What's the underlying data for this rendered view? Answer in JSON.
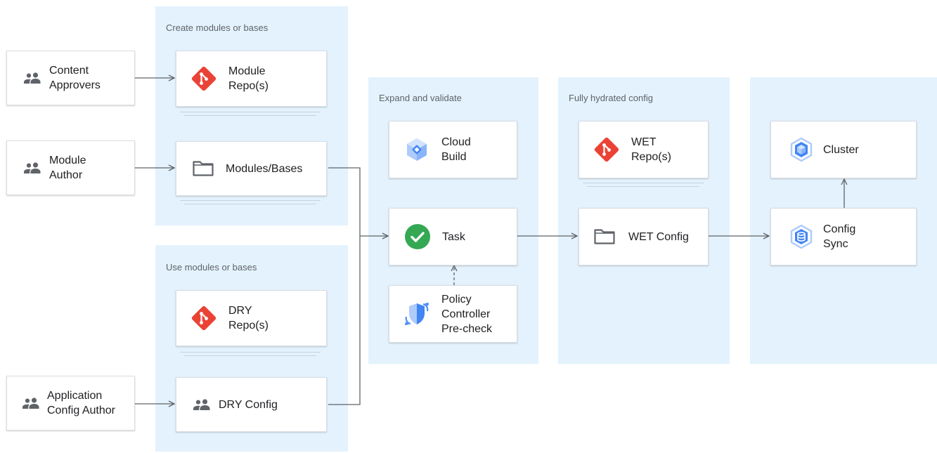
{
  "zones": {
    "create": "Create modules or bases",
    "use": "Use modules or bases",
    "expand": "Expand and validate",
    "hydrated": "Fully hydrated config",
    "cluster": ""
  },
  "actors": {
    "content_approvers": [
      "Content",
      "Approvers"
    ],
    "module_author": [
      "Module",
      "Author"
    ],
    "app_config_author": [
      "Application",
      "Config Author"
    ]
  },
  "nodes": {
    "module_repo": [
      "Module",
      "Repo(s)"
    ],
    "modules_bases": "Modules/Bases",
    "dry_repo": [
      "DRY",
      "Repo(s)"
    ],
    "dry_config": "DRY Config",
    "cloud_build": [
      "Cloud",
      "Build"
    ],
    "task": "Task",
    "policy_controller": [
      "Policy",
      "Controller",
      "Pre-check"
    ],
    "wet_repo": [
      "WET",
      "Repo(s)"
    ],
    "wet_config": "WET Config",
    "cluster": "Cluster",
    "config_sync": [
      "Config",
      "Sync"
    ]
  },
  "icons": {
    "people": "people-icon",
    "git": "git-icon",
    "folder": "folder-icon",
    "cloud_build": "cloud-build-icon",
    "check": "check-circle-icon",
    "policy": "policy-shield-icon",
    "cluster": "cluster-icon",
    "config_sync": "config-sync-icon"
  },
  "colors": {
    "zone_bg": "#e3f2fd",
    "git": "#ea4335",
    "check": "#34a853",
    "gcp_blue": "#4285f4",
    "gcp_light": "#aecbfa",
    "people": "#5f6368",
    "connector": "#5f6368"
  }
}
